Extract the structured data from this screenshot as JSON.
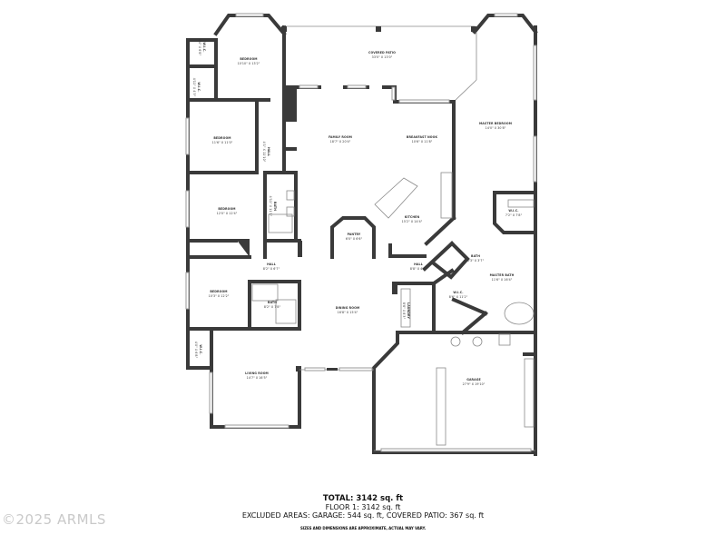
{
  "rooms": {
    "wic_top": {
      "name": "W.I.C.",
      "dims": "4'4\" X 6'8\""
    },
    "wic_top2": {
      "name": "W.I.C.",
      "dims": "4'11\" X 4'3\""
    },
    "bedroom1": {
      "name": "BEDROOM",
      "dims": "10'10\" X 13'2\""
    },
    "covered_patio": {
      "name": "COVERED PATIO",
      "dims": "33'0\" X 13'0\""
    },
    "master_bedroom": {
      "name": "MASTER BEDROOM",
      "dims": "14'0\" X 30'8\""
    },
    "bedroom2": {
      "name": "BEDROOM",
      "dims": "11'6\" X 11'0\""
    },
    "hall_upper": {
      "name": "HALL",
      "dims": "4'1\" X 11'10\""
    },
    "family_room": {
      "name": "FAMILY ROOM",
      "dims": "18'7\" X 20'4\""
    },
    "breakfast_nook": {
      "name": "BREAKFAST NOOK",
      "dims": "10'6\" X 11'8\""
    },
    "bath1": {
      "name": "BATH",
      "dims": "4'11\" X 11'1\""
    },
    "bedroom3": {
      "name": "BEDROOM",
      "dims": "12'0\" X 12'4\""
    },
    "kitchen": {
      "name": "KITCHEN",
      "dims": "15'2\" X 14'4\""
    },
    "pantry": {
      "name": "PANTRY",
      "dims": "6'0\" X 6'6\""
    },
    "wic_master": {
      "name": "W.I.C.",
      "dims": "7'2\" X 7'8\""
    },
    "hall_mid": {
      "name": "HALL",
      "dims": "8'2\" X 6'7\""
    },
    "hall_right": {
      "name": "HALL",
      "dims": "8'8\" X 4'4\""
    },
    "bath_master_wc": {
      "name": "BATH",
      "dims": "5'3\" X 3'7\""
    },
    "master_bath": {
      "name": "MASTER BATH",
      "dims": "11'6\" X 16'4\""
    },
    "bedroom4": {
      "name": "BEDROOM",
      "dims": "10'3\" X 12'2\""
    },
    "bath2": {
      "name": "BATH",
      "dims": "8'2\" X 7'8\""
    },
    "dining_room": {
      "name": "DINING ROOM",
      "dims": "16'8\" X 15'4\""
    },
    "wic_mid": {
      "name": "W.I.C.",
      "dims": "8'6\" X 11'2\""
    },
    "laundry": {
      "name": "LAUNDRY",
      "dims": "8'8\" X 8'3\""
    },
    "wic_lower": {
      "name": "W.I.C.",
      "dims": "4'0\" X 6'8\""
    },
    "living_room": {
      "name": "LIVING ROOM",
      "dims": "14'7\" X 16'5\""
    },
    "garage": {
      "name": "GARAGE",
      "dims": "27'9\" X 19'10\""
    }
  },
  "summary": {
    "total": "TOTAL: 3142 sq. ft",
    "floor1": "FLOOR 1: 3142 sq. ft",
    "excluded": "EXCLUDED AREAS: GARAGE: 544 sq. ft, COVERED PATIO: 367 sq. ft",
    "disclaimer": "SIZES AND DIMENSIONS ARE APPROXIMATE, ACTUAL MAY VARY."
  },
  "watermark": "©2025 ARMLS",
  "colors": {
    "wall": "#3a3a3a",
    "window": "#9a9a9a",
    "background": "#ffffff"
  }
}
